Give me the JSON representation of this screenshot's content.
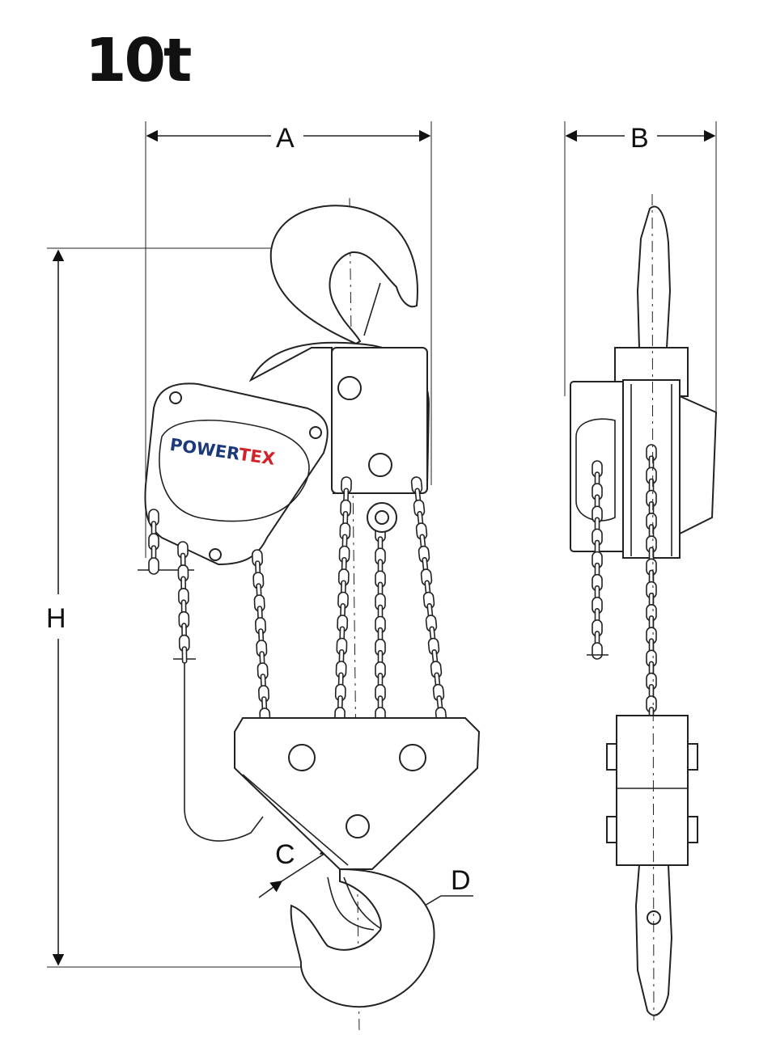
{
  "title": "10t",
  "brand": {
    "part1": "POWER",
    "part2": "TEX",
    "color1": "#1c3a7a",
    "color2": "#d2232a"
  },
  "dimensions": {
    "a": "A",
    "b": "B",
    "c": "C",
    "d": "D",
    "h": "H"
  }
}
